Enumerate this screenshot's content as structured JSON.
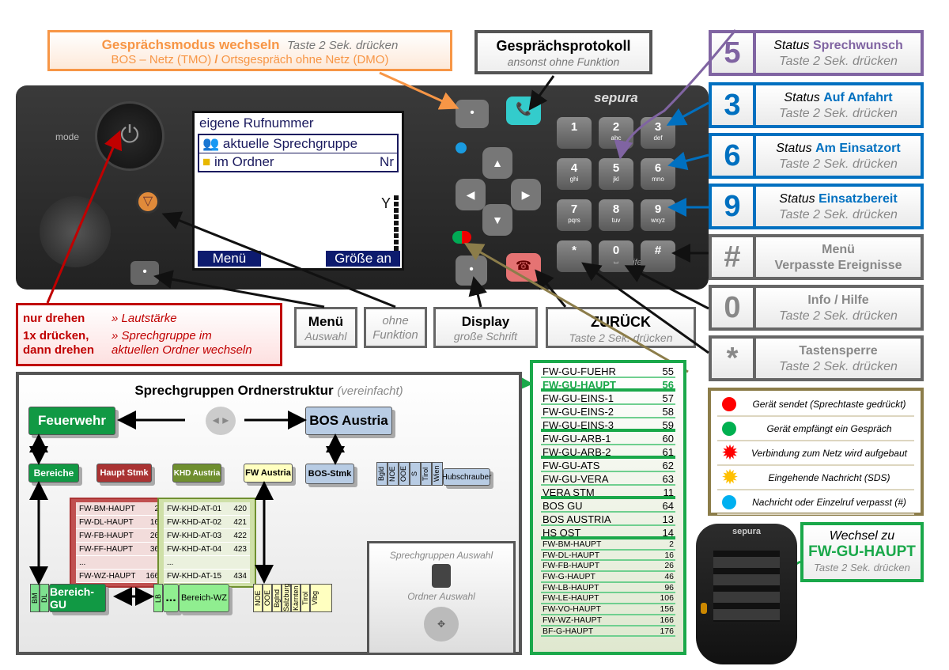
{
  "mode_box": {
    "title": "Gesprächsmodus wechseln",
    "hint": "Taste 2 Sek. drücken",
    "sub_a": "BOS – Netz (TMO)",
    "sep": " / ",
    "sub_b": "Ortsgespräch ohne Netz (DMO)",
    "color": "#f79646"
  },
  "protocol_box": {
    "title": "Gesprächsprotokoll",
    "sub": "ansonst ohne Funktion"
  },
  "radio": {
    "brand": "sepura",
    "mode_label": "mode",
    "maker": "jfelber",
    "screen": {
      "line1": "eigene Rufnummer",
      "line2": "aktuelle Sprechgruppe",
      "line3": "im Ordner",
      "line3_right": "Nr",
      "soft_left": "Menü",
      "soft_right": "Größe an"
    },
    "keys": [
      {
        "d": "1",
        "l": ""
      },
      {
        "d": "2",
        "l": "abc"
      },
      {
        "d": "3",
        "l": "def"
      },
      {
        "d": "4",
        "l": "ghi"
      },
      {
        "d": "5",
        "l": "jkl"
      },
      {
        "d": "6",
        "l": "mno"
      },
      {
        "d": "7",
        "l": "pqrs"
      },
      {
        "d": "8",
        "l": "tuv"
      },
      {
        "d": "9",
        "l": "wxyz"
      },
      {
        "d": "*",
        "l": ""
      },
      {
        "d": "0",
        "l": "⌴"
      },
      {
        "d": "#",
        "l": ""
      }
    ]
  },
  "status": [
    {
      "num": "5",
      "pre": "Status ",
      "name": "Sprechwunsch",
      "hint": "Taste 2 Sek. drücken",
      "color": "#8064a2"
    },
    {
      "num": "3",
      "pre": "Status ",
      "name": "Auf Anfahrt",
      "hint": "Taste 2 Sek. drücken",
      "color": "#0070c0"
    },
    {
      "num": "6",
      "pre": "Status ",
      "name": "Am Einsatzort",
      "hint": "Taste 2 Sek. drücken",
      "color": "#0070c0"
    },
    {
      "num": "9",
      "pre": "Status ",
      "name": "Einsatzbereit",
      "hint": "Taste 2 Sek. drücken",
      "color": "#0070c0"
    },
    {
      "num": "#",
      "pre": "",
      "name": "Menü",
      "hint": "Verpasste Ereignisse",
      "color": "#666666"
    },
    {
      "num": "0",
      "pre": "",
      "name": "Info / Hilfe",
      "hint": "Taste 2 Sek. drücken",
      "color": "#666666"
    },
    {
      "num": "*",
      "pre": "",
      "name": "Tastensperre",
      "hint": "Taste 2 Sek. drücken",
      "color": "#666666"
    }
  ],
  "knob_box": {
    "r1a": "nur drehen",
    "r1b": "» Lautstärke",
    "r2a": "1x drücken,",
    "r2b": "» Sprechgruppe im",
    "r3a": "dann drehen",
    "r3b": "aktuellen Ordner wechseln"
  },
  "labels": {
    "menu": "Menü",
    "menu_sub": "Auswahl",
    "none1": "ohne",
    "none2": "Funktion",
    "display": "Display",
    "display_sub": "große Schrift",
    "back": "ZURÜCK",
    "back_sub": "Taste 2 Sek. drücken"
  },
  "structure": {
    "title": "Sprechgruppen Ordnerstruktur",
    "title_note": "(vereinfacht)",
    "feuerwehr": "Feuerwehr",
    "bos_austria": "BOS Austria",
    "bereiche": "Bereiche",
    "haupt_stmk": "Haupt Stmk",
    "khd_austria": "KHD Austria",
    "fw_austria": "FW Austria",
    "bos_stmk": "BOS-Stmk",
    "bos_tabs": [
      "Bgld",
      "NOE",
      "OOE",
      "S",
      "Tirol",
      "Wien"
    ],
    "hubschrauber": "Hubschrauber",
    "haupt_rows": [
      [
        "FW-BM-HAUPT",
        "2"
      ],
      [
        "FW-DL-HAUPT",
        "16"
      ],
      [
        "FW-FB-HAUPT",
        "26"
      ],
      [
        "FW-FF-HAUPT",
        "36"
      ],
      [
        "...",
        ""
      ],
      [
        "FW-WZ-HAUPT",
        "166"
      ]
    ],
    "khd_rows": [
      [
        "FW-KHD-AT-01",
        "420"
      ],
      [
        "FW-KHD-AT-02",
        "421"
      ],
      [
        "FW-KHD-AT-03",
        "422"
      ],
      [
        "FW-KHD-AT-04",
        "423"
      ],
      [
        "...",
        ""
      ],
      [
        "FW-KHD-AT-15",
        "434"
      ]
    ],
    "gu_tabs": [
      "BM",
      "DL"
    ],
    "bereich_gu": "Bereich-GU",
    "wz_tabs": [
      "LB"
    ],
    "dots": "...",
    "bereich_wz": "Bereich-WZ",
    "fw_tabs": [
      "NOE",
      "OOE",
      "Bglnd",
      "Salzburg",
      "Kärnten",
      "Tirol",
      "Vlbg"
    ],
    "legend_talk": "Sprechgruppen Auswahl",
    "legend_folder": "Ordner Auswahl"
  },
  "talkgroups": [
    {
      "n": "FW-GU-FUEHR",
      "v": "55"
    },
    {
      "n": "FW-GU-HAUPT",
      "v": "56",
      "hl": true,
      "gap": true
    },
    {
      "n": "FW-GU-EINS-1",
      "v": "57"
    },
    {
      "n": "FW-GU-EINS-2",
      "v": "58"
    },
    {
      "n": "FW-GU-EINS-3",
      "v": "59",
      "gap": true
    },
    {
      "n": "FW-GU-ARB-1",
      "v": "60"
    },
    {
      "n": "FW-GU-ARB-2",
      "v": "61",
      "gap": true
    },
    {
      "n": "FW-GU-ATS",
      "v": "62"
    },
    {
      "n": "FW-GU-VERA",
      "v": "63"
    },
    {
      "n": "VERA STM",
      "v": "11",
      "gap": true
    },
    {
      "n": "BOS GU",
      "v": "64"
    },
    {
      "n": "BOS AUSTRIA",
      "v": "13"
    },
    {
      "n": "HS OST",
      "v": "14",
      "gap": true
    },
    {
      "n": "FW-BM-HAUPT",
      "v": "2",
      "sm": true
    },
    {
      "n": "FW-DL-HAUPT",
      "v": "16",
      "sm": true
    },
    {
      "n": "FW-FB-HAUPT",
      "v": "26",
      "sm": true
    },
    {
      "n": "FW-G-HAUPT",
      "v": "46",
      "sm": true
    },
    {
      "n": "FW-LB-HAUPT",
      "v": "96",
      "sm": true
    },
    {
      "n": "FW-LE-HAUPT",
      "v": "106",
      "sm": true
    },
    {
      "n": "FW-VO-HAUPT",
      "v": "156",
      "sm": true
    },
    {
      "n": "FW-WZ-HAUPT",
      "v": "166",
      "sm": true
    },
    {
      "n": "BF-G-HAUPT",
      "v": "176",
      "sm": true
    }
  ],
  "legend": [
    {
      "text": "Gerät sendet (Sprechtaste gedrückt)",
      "color": "#ff0000",
      "shape": "dot"
    },
    {
      "text": "Gerät empfängt ein Gespräch",
      "color": "#00b050",
      "shape": "dot"
    },
    {
      "text": "Verbindung zum Netz wird aufgebaut",
      "color": "#ff0000",
      "shape": "star"
    },
    {
      "text": "Eingehende Nachricht (SDS)",
      "color": "#ffc000",
      "shape": "star"
    },
    {
      "text": "Nachricht oder Einzelruf verpasst (#)",
      "color": "#00b0f0",
      "shape": "dot"
    }
  ],
  "mic": {
    "brand": "sepura",
    "l1": "Wechsel zu",
    "l2": "FW-GU-HAUPT",
    "l3": "Taste 2 Sek. drücken"
  }
}
